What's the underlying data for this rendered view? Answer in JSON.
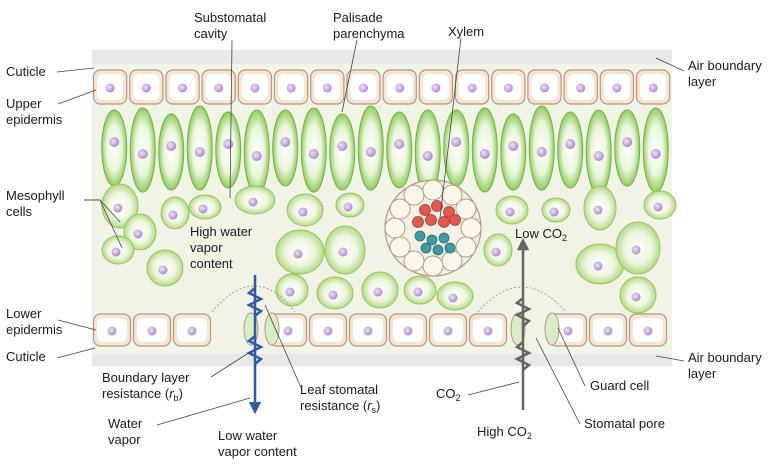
{
  "labels": {
    "substomatal_cavity_1": "Substomatal",
    "substomatal_cavity_2": "cavity",
    "palisade_1": "Palisade",
    "palisade_2": "parenchyma",
    "xylem": "Xylem",
    "cuticle_upper": "Cuticle",
    "air_boundary_upper_1": "Air boundary",
    "air_boundary_upper_2": "layer",
    "upper_epidermis_1": "Upper",
    "upper_epidermis_2": "epidermis",
    "mesophyll_1": "Mesophyll",
    "mesophyll_2": "cells",
    "high_water_1": "High water",
    "high_water_2": "vapor",
    "high_water_3": "content",
    "low_co2": "Low CO",
    "lower_epidermis_1": "Lower",
    "lower_epidermis_2": "epidermis",
    "cuticle_lower": "Cuticle",
    "air_boundary_lower_1": "Air boundary",
    "air_boundary_lower_2": "layer",
    "boundary_resistance_1": "Boundary layer",
    "boundary_resistance_2": "resistance (",
    "boundary_resistance_r": "r",
    "boundary_resistance_sub": "b",
    "boundary_resistance_close": ")",
    "stomatal_resistance_1": "Leaf stomatal",
    "stomatal_resistance_2": "resistance (",
    "stomatal_resistance_r": "r",
    "stomatal_resistance_sub": "s",
    "stomatal_resistance_close": ")",
    "co2": "CO",
    "guard_cell": "Guard cell",
    "water_vapor_1": "Water",
    "water_vapor_2": "vapor",
    "low_water_1": "Low water",
    "low_water_2": "vapor content",
    "high_co2": "High CO",
    "stomatal_pore": "Stomatal pore",
    "co2_subscript": "2"
  },
  "colors": {
    "leaf_interior": "#f1f3e6",
    "epidermis_cell": "#f8e4d2",
    "cell_wall": "#b39a82",
    "palisade_green": "#7cc142",
    "palisade_light": "#e2f2cf",
    "vacuole": "#ffffff",
    "nucleus": "#c9a6e0",
    "xylem_red": "#e05a4f",
    "phloem_teal": "#3f9ba0",
    "water_arrow": "#2f5aa8",
    "co2_arrow": "#666666"
  }
}
